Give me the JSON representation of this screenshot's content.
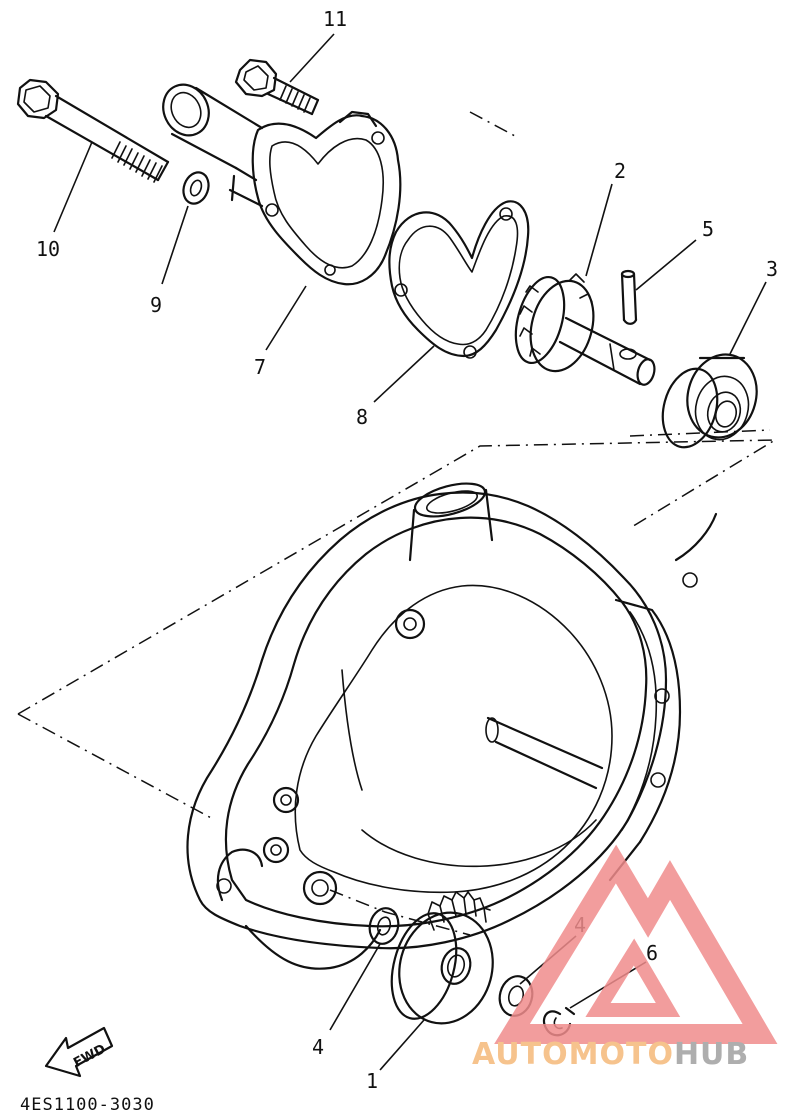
{
  "diagram": {
    "part_code": "4ES1100-3030",
    "fwd_label": "FWD",
    "callouts": [
      "11",
      "10",
      "9",
      "7",
      "8",
      "2",
      "5",
      "3",
      "4",
      "1",
      "4",
      "6"
    ]
  },
  "watermark": {
    "part1": "AUTO",
    "part2": "MOTO",
    "part3": "HUB",
    "color_main": "#f08c8c",
    "color_accent": "#f5b97a",
    "color_dark": "#a0a0a0"
  }
}
